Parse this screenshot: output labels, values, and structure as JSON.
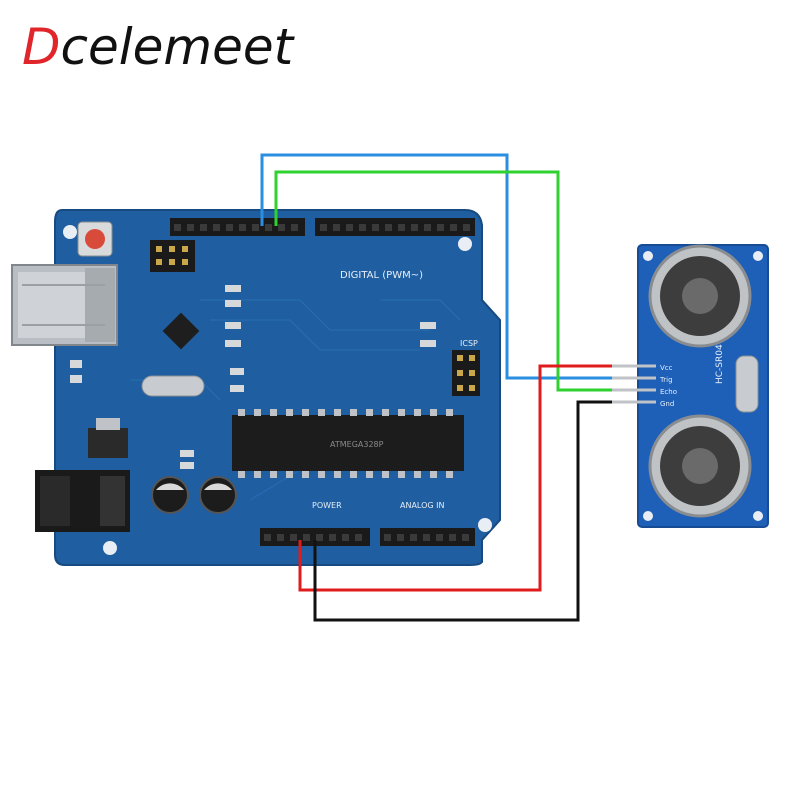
{
  "brand": {
    "first_letter": "D",
    "rest": "celemeet",
    "first_color": "#e0252b",
    "rest_color": "#111111"
  },
  "board": {
    "color": "#1f5ea0",
    "header_label_digital": "DIGITAL (PWM~)",
    "header_label_power": "POWER",
    "header_label_analog": "ANALOG IN",
    "icsp_label": "ICSP",
    "chip_label": "ATMEGA328P"
  },
  "sensor": {
    "color": "#1e5fb8",
    "model": "HC-SR04",
    "pins": [
      "Vcc",
      "Trig",
      "Echo",
      "Gnd"
    ]
  },
  "wires": {
    "blue": "#2a8fe0",
    "green": "#2fd12f",
    "red": "#e01b1b",
    "black": "#111111"
  }
}
